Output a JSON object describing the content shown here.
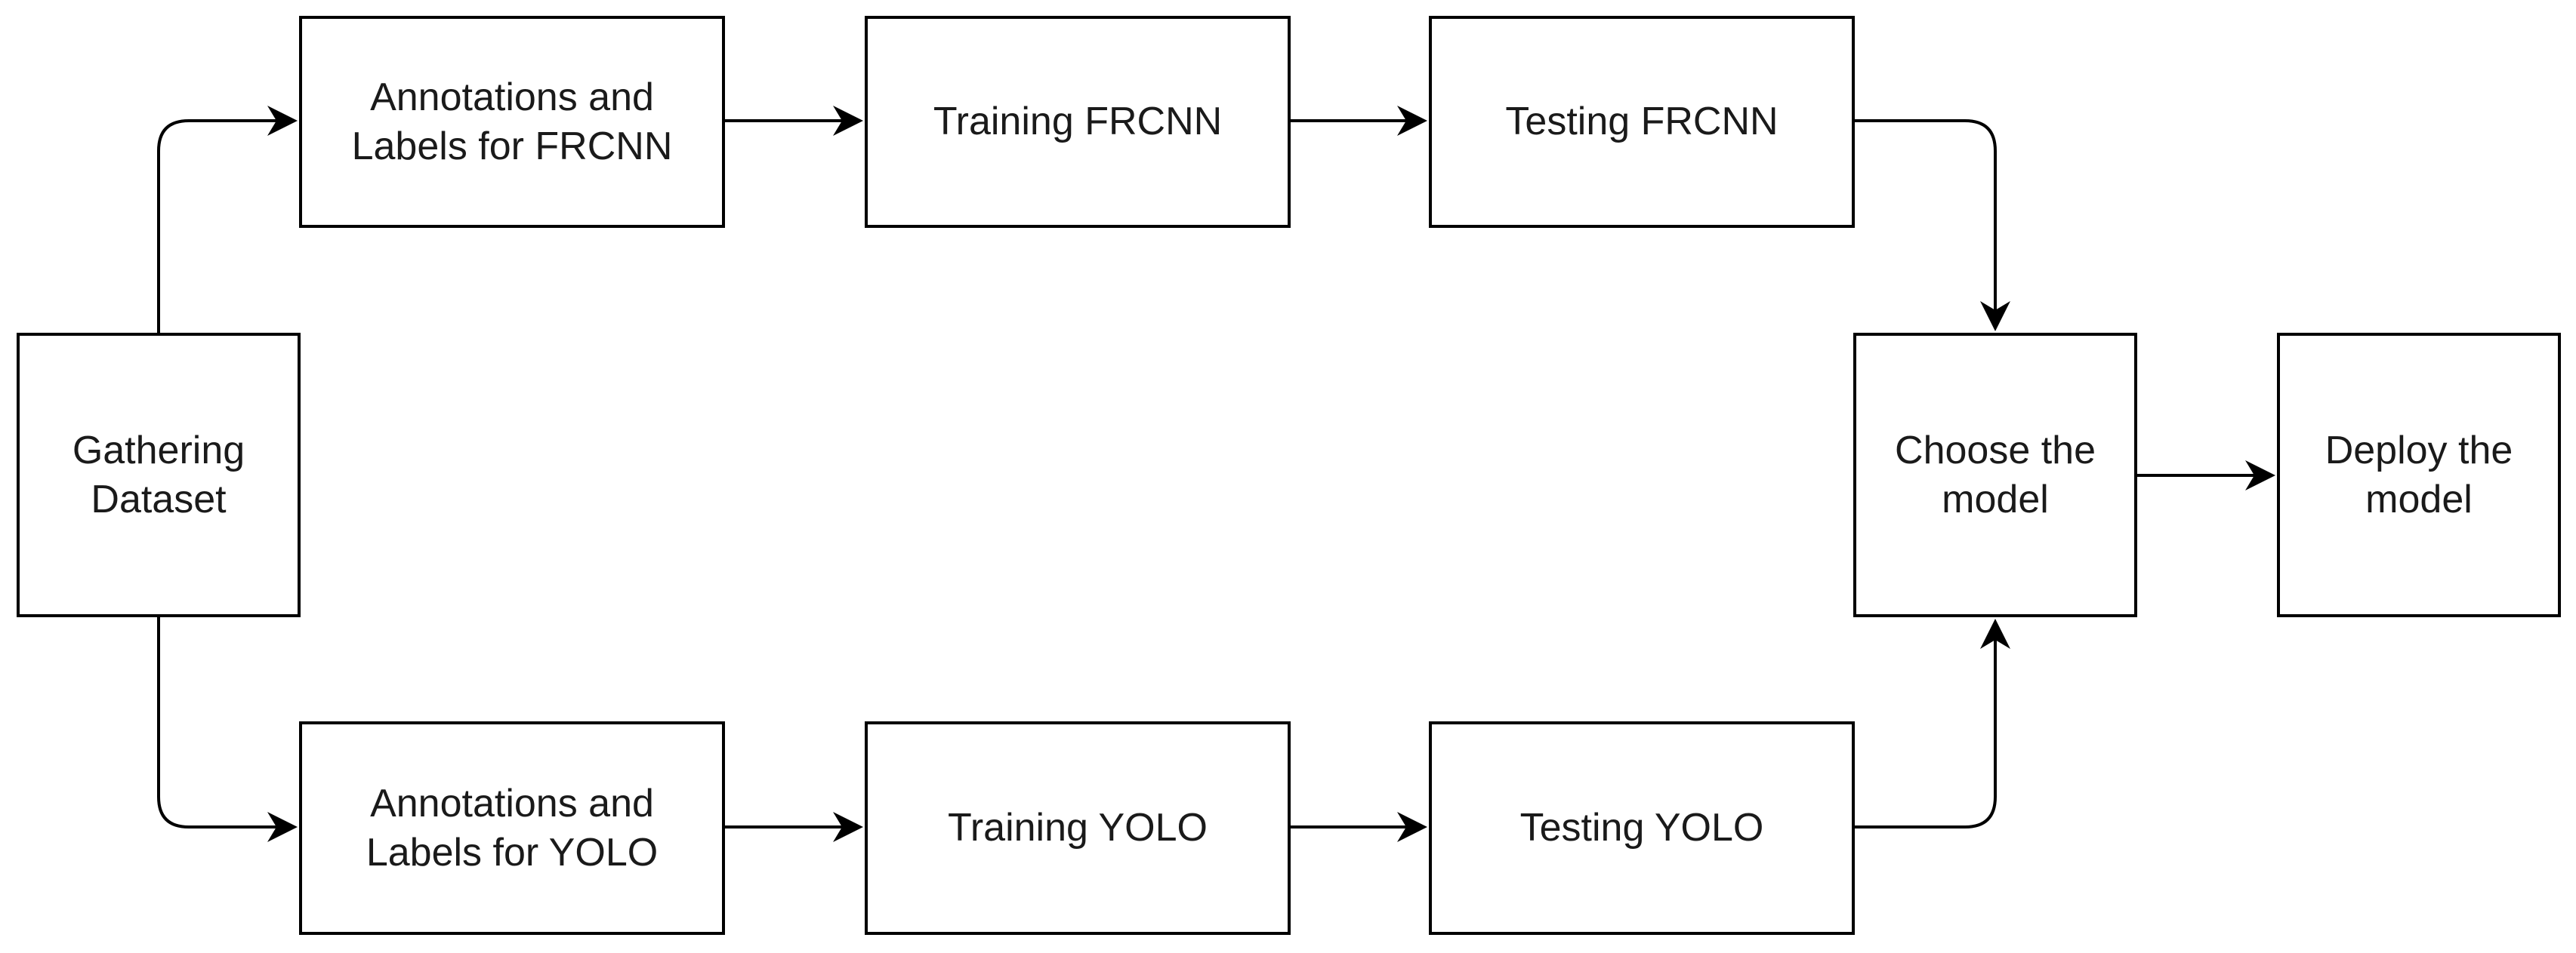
{
  "nodes": {
    "gather": "Gathering\nDataset",
    "annotations_frcnn": "Annotations and\nLabels for FRCNN",
    "training_frcnn": "Training FRCNN",
    "testing_frcnn": "Testing FRCNN",
    "annotations_yolo": "Annotations and\nLabels for YOLO",
    "training_yolo": "Training YOLO",
    "testing_yolo": "Testing YOLO",
    "choose_model": "Choose the\nmodel",
    "deploy_model": "Deploy the\nmodel"
  },
  "edges": [
    {
      "from": "gather",
      "to": "annotations_frcnn"
    },
    {
      "from": "annotations_frcnn",
      "to": "training_frcnn"
    },
    {
      "from": "training_frcnn",
      "to": "testing_frcnn"
    },
    {
      "from": "testing_frcnn",
      "to": "choose_model"
    },
    {
      "from": "gather",
      "to": "annotations_yolo"
    },
    {
      "from": "annotations_yolo",
      "to": "training_yolo"
    },
    {
      "from": "training_yolo",
      "to": "testing_yolo"
    },
    {
      "from": "testing_yolo",
      "to": "choose_model"
    },
    {
      "from": "choose_model",
      "to": "deploy_model"
    }
  ],
  "colors": {
    "stroke": "#000000",
    "text": "#1a1a1a",
    "background": "#ffffff"
  }
}
